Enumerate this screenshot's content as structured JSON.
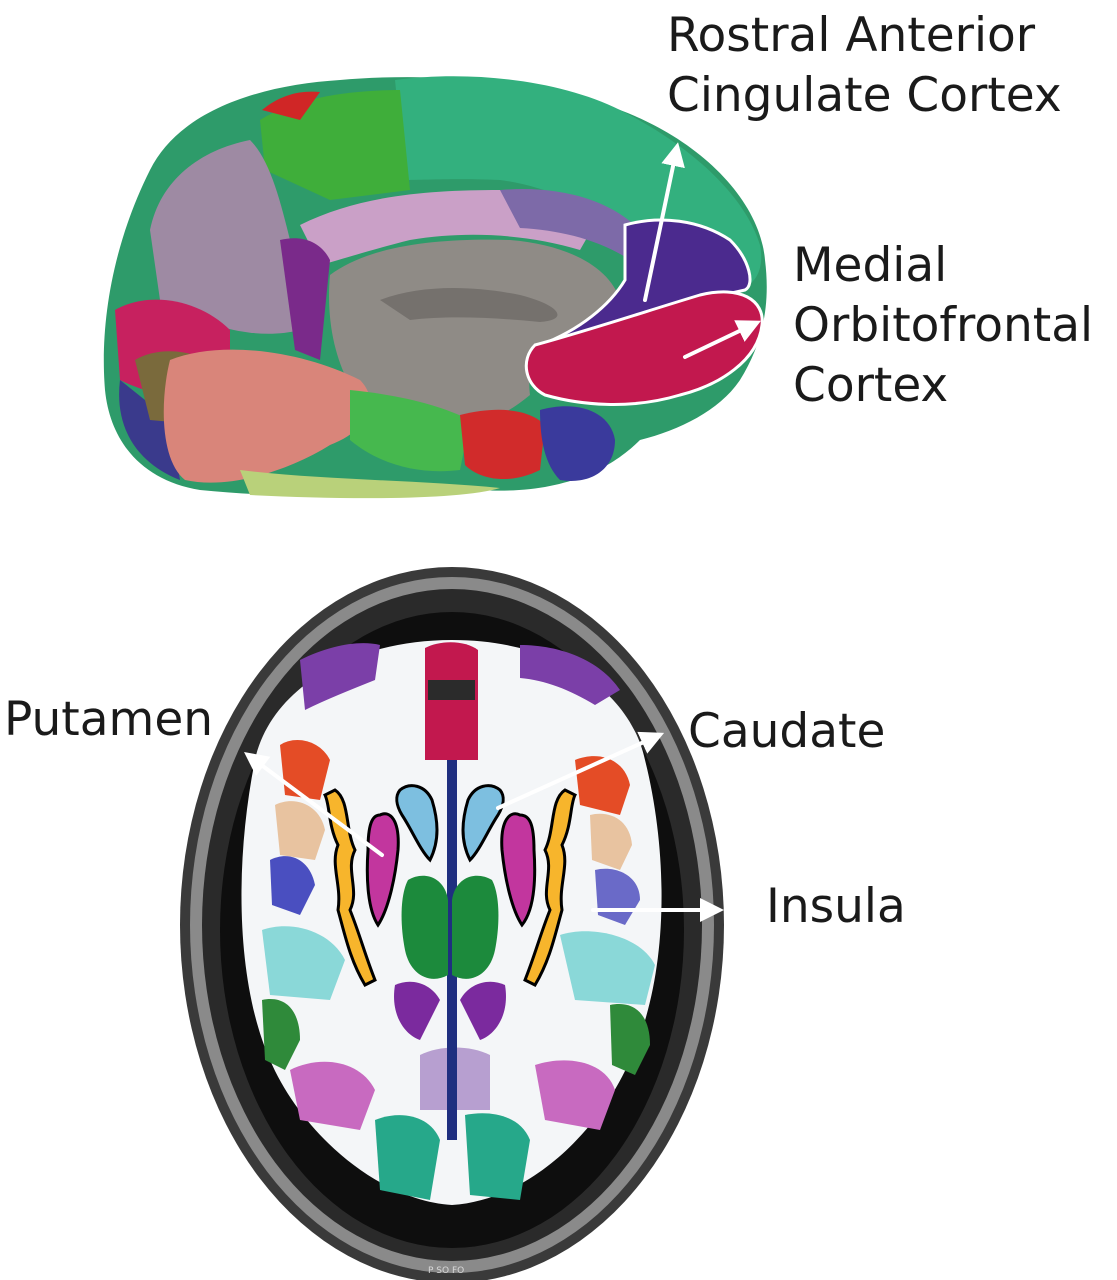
{
  "labels": {
    "racc": [
      "Rostral Anterior",
      "Cingulate Cortex"
    ],
    "mofc": [
      "Medial",
      "Orbitofrontal",
      "Cortex"
    ],
    "putamen": "Putamen",
    "caudate": "Caudate",
    "insula": "Insula"
  },
  "credit": "P SO FO",
  "colors": {
    "racc_green": "#33b07e",
    "mofc_red": "#c2184e",
    "putamen_magenta": "#c2369e",
    "caudate_blue": "#7dbfe0",
    "insula_orange": "#f7b52c",
    "thalamus_green": "#1c8a3c",
    "subcortical_grey": "#8f8b86"
  }
}
